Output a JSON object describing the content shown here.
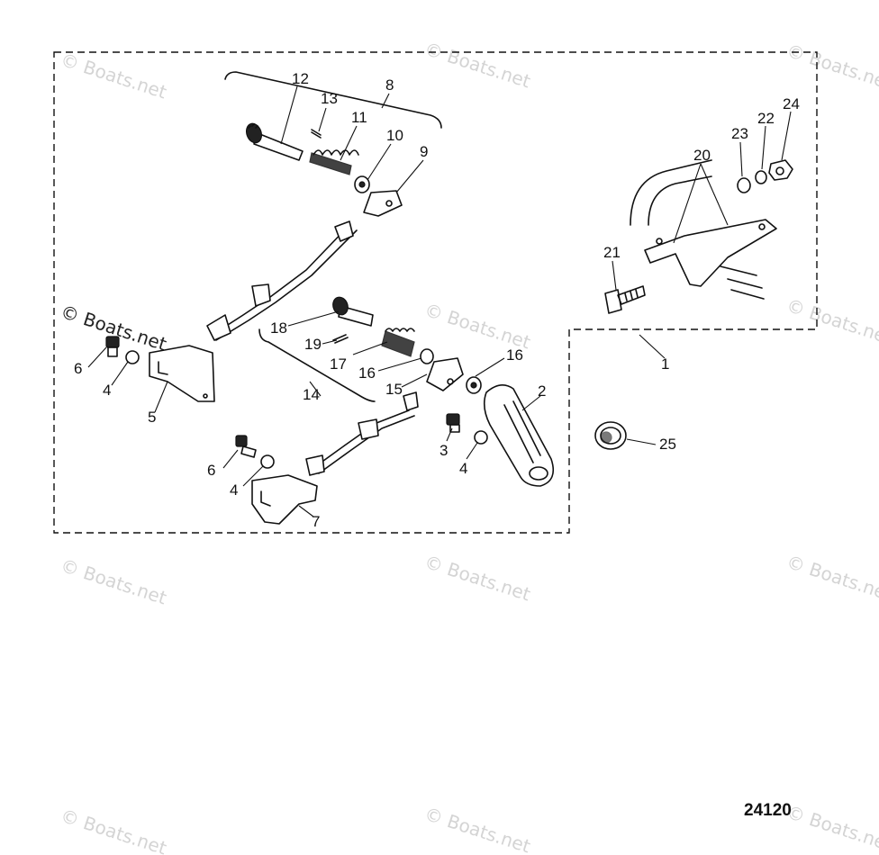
{
  "watermark": {
    "text": "© Boats.net"
  },
  "document_number": "24120",
  "callouts": {
    "c1": "1",
    "c2": "2",
    "c3": "3",
    "c4a": "4",
    "c4b": "4",
    "c4c": "4",
    "c5": "5",
    "c6a": "6",
    "c6b": "6",
    "c7": "7",
    "c8": "8",
    "c9": "9",
    "c10": "10",
    "c11": "11",
    "c12": "12",
    "c13": "13",
    "c14": "14",
    "c15": "15",
    "c16a": "16",
    "c16b": "16",
    "c17": "17",
    "c18": "18",
    "c19": "19",
    "c20": "20",
    "c21": "21",
    "c22": "22",
    "c23": "23",
    "c24": "24",
    "c25": "25"
  }
}
